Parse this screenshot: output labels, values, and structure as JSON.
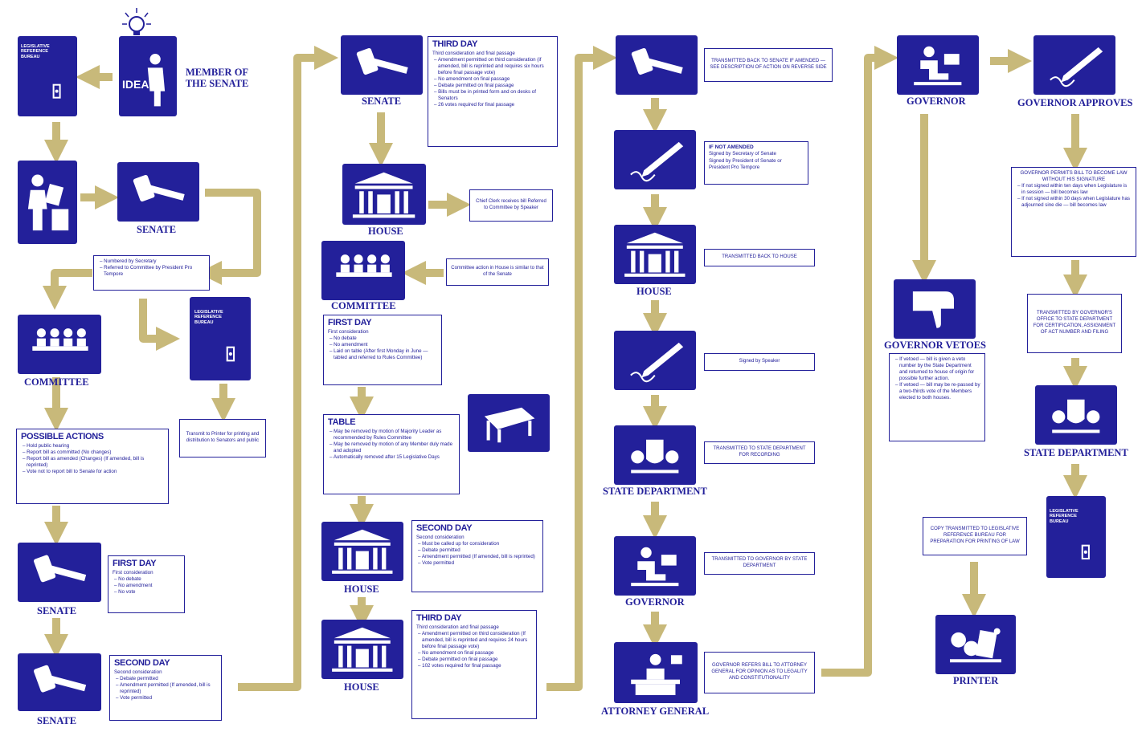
{
  "colors": {
    "node": "#23209a",
    "arrow": "#c8b97a",
    "text": "#23209a",
    "background": "#ffffff"
  },
  "icons": {
    "ideaText": "IDEA",
    "lrbText": "LEGISLATIVE REFERENCE BUREAU"
  },
  "labels": {
    "memberOfSenate": "MEMBER OF THE SENATE",
    "senate1": "SENATE",
    "committee1": "COMMITTEE",
    "senate2": "SENATE",
    "senate3": "SENATE",
    "senate4": "SENATE",
    "house1": "HOUSE",
    "committee2": "COMMITTEE",
    "house2": "HOUSE",
    "house3": "HOUSE",
    "house4": "HOUSE",
    "stateDept1": "STATE DEPARTMENT",
    "governor1": "GOVERNOR",
    "attorneyGeneral": "ATTORNEY GENERAL",
    "governor2": "GOVERNOR",
    "governorApproves": "GOVERNOR APPROVES",
    "governorVetoes": "GOVERNOR VETOES",
    "stateDept2": "STATE DEPARTMENT",
    "printer": "PRINTER"
  },
  "boxes": {
    "numbered": {
      "items": [
        "Numbered by Secretary",
        "Referred to Committee by President Pro Tempore"
      ]
    },
    "transmitPrinter": {
      "text": "Transmit to Printer for printing and distribution to Senators and public"
    },
    "possibleActions": {
      "title": "POSSIBLE ACTIONS",
      "items": [
        "Hold public hearing",
        "Report bill as committed (No changes)",
        "Report bill as amended (Changes) (If amended, bill is reprinted)",
        "Vote not to report bill to Senate for action"
      ]
    },
    "senateFirstDay": {
      "title": "FIRST DAY",
      "sub": "First consideration",
      "items": [
        "No debate",
        "No amendment",
        "No vote"
      ]
    },
    "senateSecondDay": {
      "title": "SECOND DAY",
      "sub": "Second consideration",
      "items": [
        "Debate permitted",
        "Amendment permitted (If amended, bill is reprinted)",
        "Vote permitted"
      ]
    },
    "senateThirdDay": {
      "title": "THIRD DAY",
      "sub": "Third consideration and final passage",
      "items": [
        "Amendment permitted on third consideration (if amended, bill is reprinted and requires six hours before final passage vote)",
        "No amendment on final passage",
        "Debate permitted on final passage",
        "Bills must be in printed form and on desks of Senators",
        "26 votes required for final passage"
      ]
    },
    "chiefClerk": {
      "text": "Chief Clerk receives bill Referred to Committee by Speaker"
    },
    "committeeHouse": {
      "text": "Committee action in House is similar to that of the Senate"
    },
    "houseFirstDay": {
      "title": "FIRST DAY",
      "sub": "First consideration",
      "items": [
        "No debate",
        "No amendment",
        "Laid on table (After first Monday in June — tabled and referred to Rules Committee)"
      ]
    },
    "table": {
      "title": "TABLE",
      "items": [
        "May be removed by motion of Majority Leader as recommended by Rules Committee",
        "May be removed by motion of any Member duly made and adopted",
        "Automatically removed after 15 Legislative Days"
      ]
    },
    "houseSecondDay": {
      "title": "SECOND DAY",
      "sub": "Second consideration",
      "items": [
        "Must be called up for consideration",
        "Debate permitted",
        "Amendment permitted (If amended, bill is reprinted)",
        "Vote permitted"
      ]
    },
    "houseThirdDay": {
      "title": "THIRD DAY",
      "sub": "Third consideration and final passage",
      "items": [
        "Amendment permitted on third consideration (If amended, bill is reprinted and requires 24 hours before final passage vote)",
        "No amendment on final passage",
        "Debate permitted on final passage",
        "102 votes required for final passage"
      ]
    },
    "transmittedBackSenate": {
      "text": "TRANSMITTED BACK TO SENATE IF AMENDED — SEE DESCRIPTION OF ACTION ON REVERSE SIDE"
    },
    "ifNotAmended": {
      "title": "IF NOT AMENDED",
      "lines": [
        "Signed by Secretary of Senate",
        "Signed by President of Senate or President Pro Tempore"
      ]
    },
    "transmittedBackHouse": {
      "text": "TRANSMITTED BACK TO HOUSE"
    },
    "signedSpeaker": {
      "text": "Signed by Speaker"
    },
    "transmittedStateDept": {
      "text": "TRANSMITTED TO STATE DEPARTMENT FOR RECORDING"
    },
    "transmittedGovernor": {
      "text": "TRANSMITTED TO GOVERNOR BY STATE DEPARTMENT"
    },
    "governorRefers": {
      "text": "GOVERNOR REFERS BILL TO ATTORNEY GENERAL FOR OPINION AS TO LEGALITY AND CONSTITUTIONALITY"
    },
    "governorPermits": {
      "text": "GOVERNOR PERMITS BILL TO BECOME LAW WITHOUT HIS SIGNATURE",
      "items": [
        "If not signed within ten days when Legislature is in session — bill becomes law",
        "If not signed within 30 days when Legislature has adjourned sine die — bill becomes law"
      ]
    },
    "transmittedByGovOffice": {
      "text": "TRANSMITTED BY GOVERNOR'S OFFICE TO STATE DEPARTMENT FOR CERTIFICATION, ASSIGNMENT OF ACT NUMBER AND FILING"
    },
    "vetoes": {
      "items": [
        "If vetoed — bill is given a veto number by the State Department and returned to house of origin for possible further action.",
        "If vetoed — bill may be re-passed by a two-thirds vote of the Members elected to both houses."
      ]
    },
    "copyTransmitted": {
      "text": "COPY TRANSMITTED TO LEGISLATIVE REFERENCE BUREAU FOR PREPARATION FOR PRINTING OF LAW"
    }
  }
}
